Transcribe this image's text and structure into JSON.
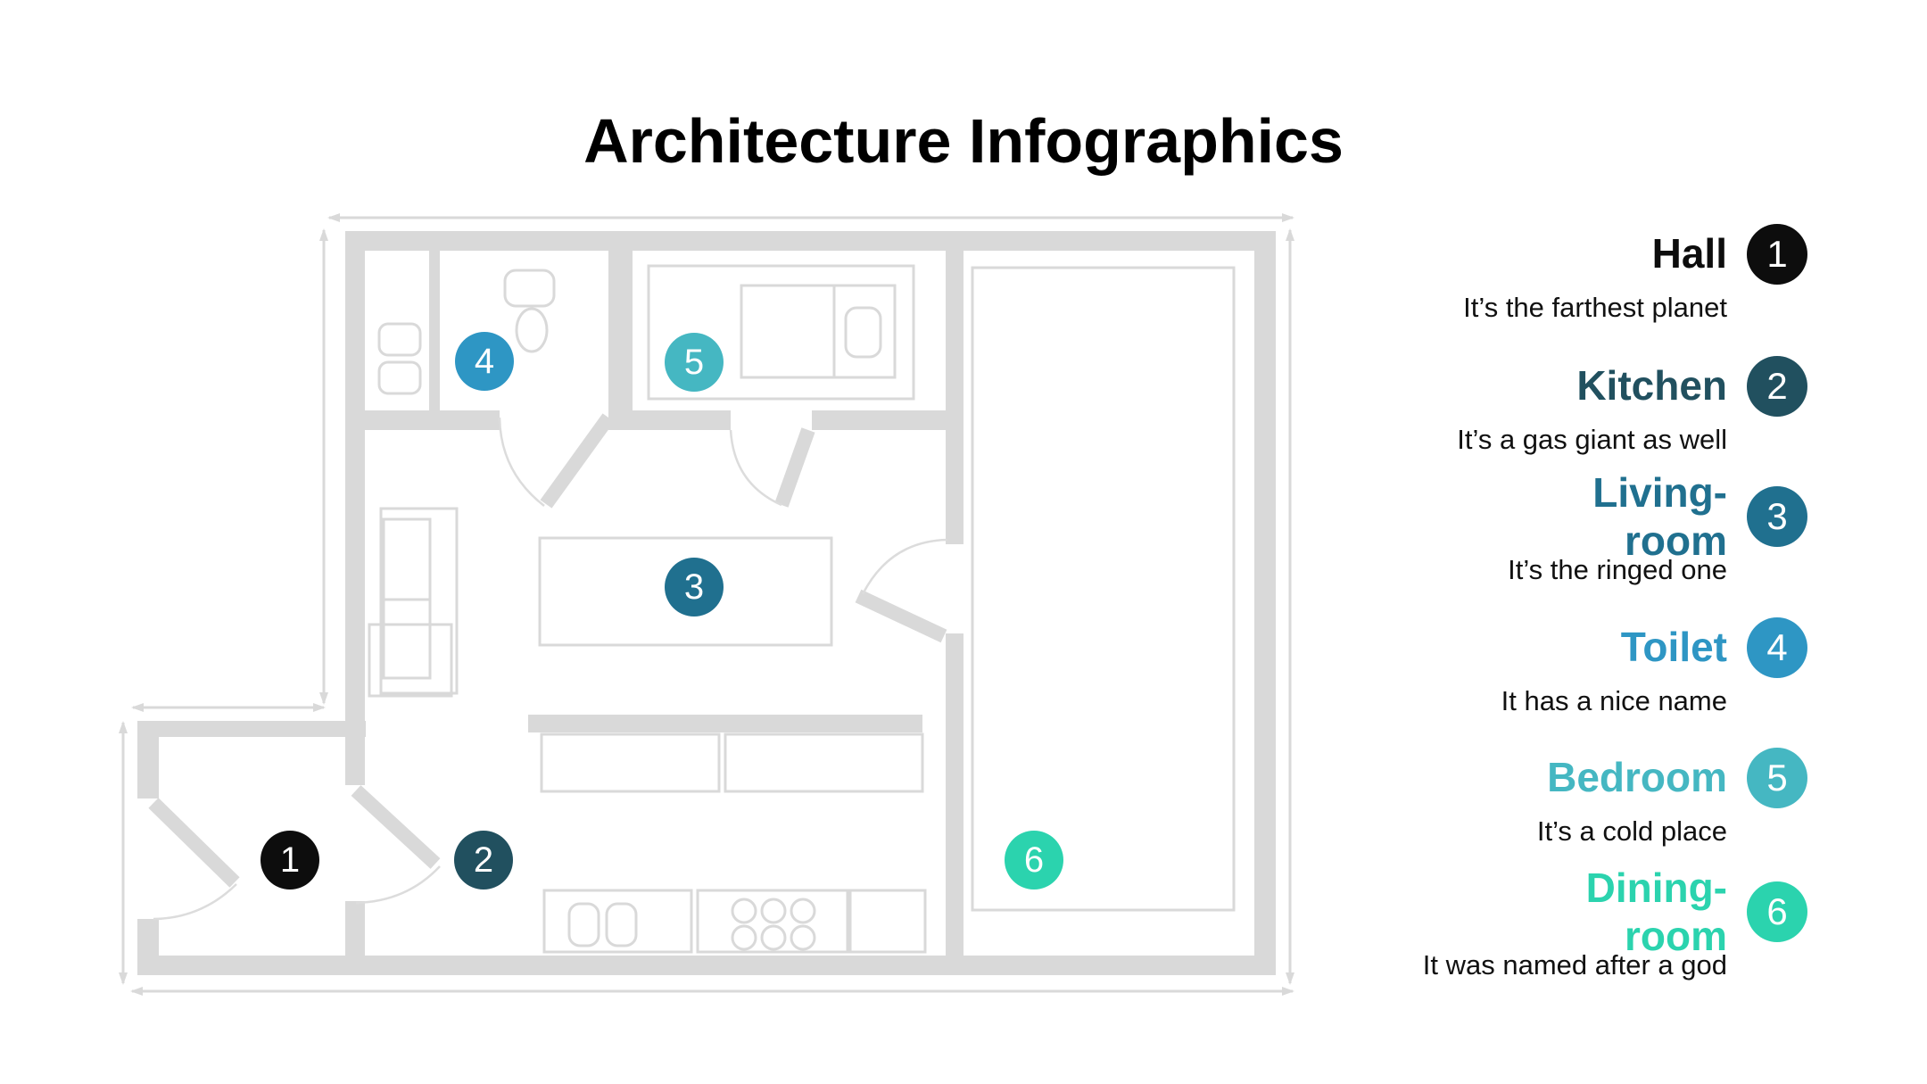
{
  "title": "Architecture Infographics",
  "colors": {
    "plan_gray": "#d9d9d9",
    "item1": "#0d0d0d",
    "item2": "#21505f",
    "item3": "#20708f",
    "item4": "#2e96c4",
    "item5": "#45b7c2",
    "item6": "#2bd3ae"
  },
  "legend": {
    "items": [
      {
        "num": "1",
        "label": "Hall",
        "description": "It’s the farthest planet",
        "color": "#0d0d0d"
      },
      {
        "num": "2",
        "label": "Kitchen",
        "description": "It’s a gas giant as well",
        "color": "#21505f"
      },
      {
        "num": "3",
        "label": "Living-\nroom",
        "description": "It’s the ringed one",
        "color": "#20708f"
      },
      {
        "num": "4",
        "label": "Toilet",
        "description": "It has a nice name",
        "color": "#2e96c4"
      },
      {
        "num": "5",
        "label": "Bedroom",
        "description": "It’s a cold place",
        "color": "#45b7c2"
      },
      {
        "num": "6",
        "label": "Dining-\nroom",
        "description": "It was named after a god",
        "color": "#2bd3ae"
      }
    ]
  },
  "plan": {
    "markers": [
      {
        "num": "1",
        "room": "hall",
        "color": "#0d0d0d"
      },
      {
        "num": "2",
        "room": "kitchen",
        "color": "#21505f"
      },
      {
        "num": "3",
        "room": "living-room",
        "color": "#20708f"
      },
      {
        "num": "4",
        "room": "toilet",
        "color": "#2e96c4"
      },
      {
        "num": "5",
        "room": "bedroom",
        "color": "#45b7c2"
      },
      {
        "num": "6",
        "room": "dining-room",
        "color": "#2bd3ae"
      }
    ]
  }
}
